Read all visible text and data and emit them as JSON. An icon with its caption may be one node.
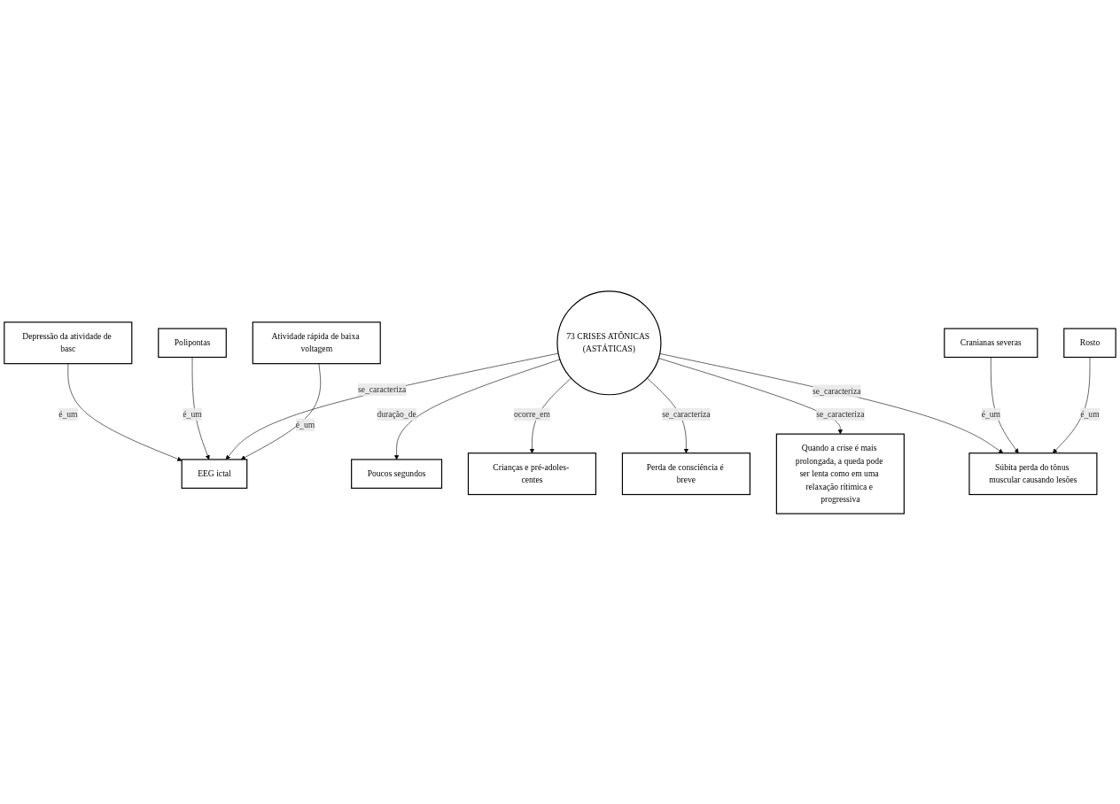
{
  "diagram": {
    "nodes": [
      {
        "text": [
          "Poucos segundos"
        ]
      },
      {
        "text": [
          "Depressão da atividade de basc"
        ]
      },
      {
        "text": [
          "Crianças e pré-adoles- centes"
        ]
      },
      {
        "text": [
          "Polipontas"
        ]
      },
      {
        "text": [
          "EEG ictal"
        ]
      },
      {
        "text": [
          "73 CRISES ATÔNICAS (ASTÁTICAS)"
        ]
      },
      {
        "text": [
          "Perda de consciência é breve"
        ]
      },
      {
        "text": [
          "Atividade rápida de baixa voltagem"
        ]
      },
      {
        "text": [
          "Quando a crise é mais prolongada, a queda pode ser lenta como em uma relaxação rítimica e progressiva"
        ]
      },
      {
        "text": [
          "Súbita perda do tônus muscular causando lesões"
        ]
      },
      {
        "text": [
          "Cranianas severas"
        ]
      },
      {
        "text": [
          "Rosto"
        ]
      }
    ],
    "edges": [
      {
        "from": 5,
        "to": 0,
        "arrow": "to",
        "label": "duração_de"
      },
      {
        "from": 5,
        "to": 2,
        "arrow": "to",
        "label": "ocorre_em"
      },
      {
        "from": 1,
        "to": 4,
        "arrow": "to",
        "label": "é_um"
      },
      {
        "from": 3,
        "to": 4,
        "arrow": "to",
        "label": "é_um"
      },
      {
        "from": 5,
        "to": 4,
        "arrow": "to",
        "label": "se_caracteriza"
      },
      {
        "from": 5,
        "to": 6,
        "arrow": "to",
        "label": "se_caracteriza"
      },
      {
        "from": 7,
        "to": 4,
        "arrow": "to",
        "label": "é_um"
      },
      {
        "from": 5,
        "to": 8,
        "arrow": "to",
        "label": "se_caracteriza"
      },
      {
        "from": 5,
        "to": 9,
        "arrow": "to",
        "label": "se_caracteriza"
      },
      {
        "from": 10,
        "to": 9,
        "arrow": "to",
        "label": "é_um"
      },
      {
        "from": 11,
        "to": 9,
        "arrow": "to",
        "label": "é_um"
      }
    ]
  }
}
